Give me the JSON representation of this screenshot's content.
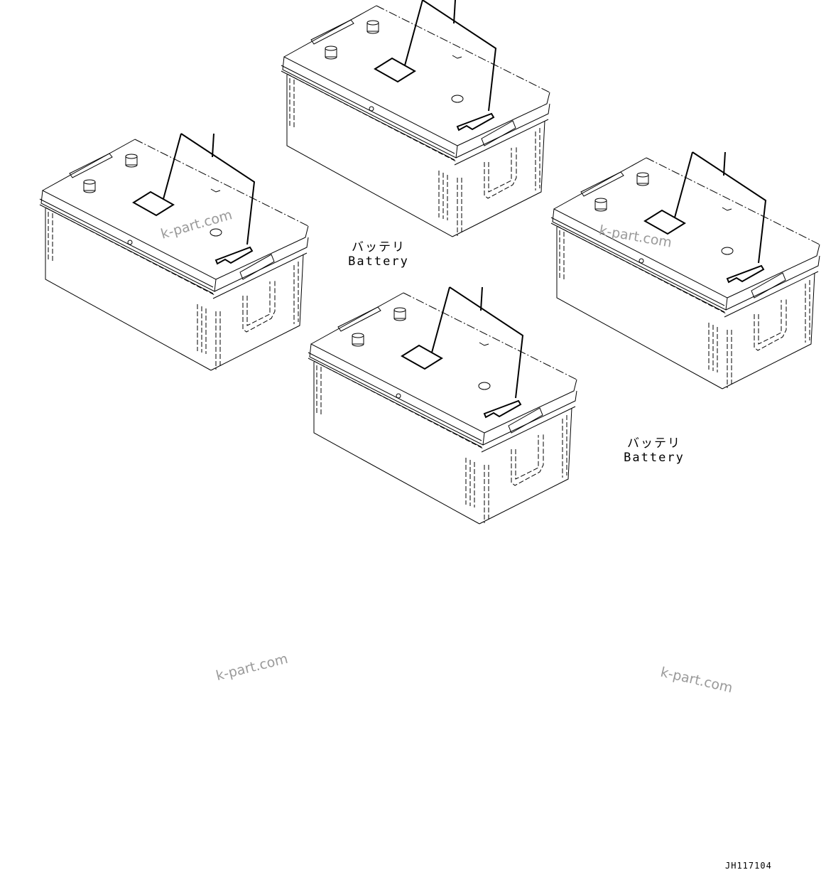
{
  "diagram": {
    "type": "parts-illustration",
    "subject": "Battery",
    "drawing_id": "JH117104",
    "batteries": [
      {
        "id": "battery-top",
        "position": "top-center"
      },
      {
        "id": "battery-left",
        "position": "middle-left"
      },
      {
        "id": "battery-right",
        "position": "middle-right"
      },
      {
        "id": "battery-bottom",
        "position": "bottom-center"
      }
    ],
    "labels": [
      {
        "japanese": "バッテリ",
        "english": "Battery"
      },
      {
        "japanese": "バッテリ",
        "english": "Battery"
      }
    ],
    "watermarks": [
      "k-part.com",
      "k-part.com",
      "k-part.com",
      "k-part.com"
    ]
  }
}
